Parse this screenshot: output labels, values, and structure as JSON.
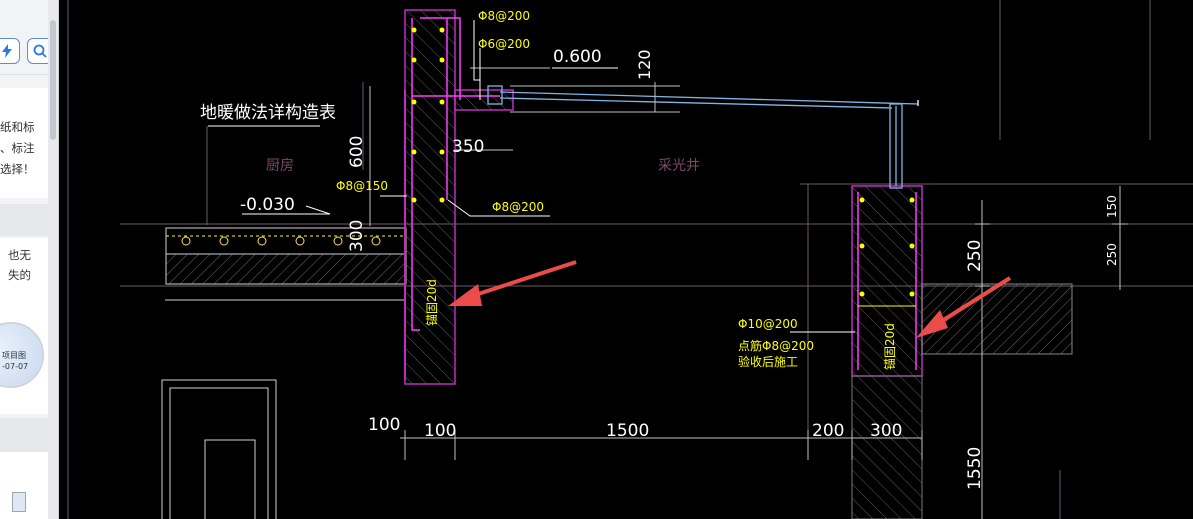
{
  "sidebar": {
    "tool_icons": [
      "bolt-icon",
      "search-icon"
    ],
    "text_lines": [
      "纸和标",
      "、标注",
      "选择！"
    ],
    "text_lines_2": [
      "也无",
      "失的"
    ],
    "thumbnail": {
      "line1": "项目图",
      "line2": "-07-07"
    }
  },
  "drawing": {
    "title_table": "地暖做法详构造表",
    "room_kitchen": "厨房",
    "room_lightwell": "采光井",
    "elev_top": "0.600",
    "elev_floor": "-0.030",
    "rebar_top1": "Φ8@200",
    "rebar_top2": "Φ6@200",
    "rebar_left_mid": "Φ8@150",
    "rebar_left_mid2": "Φ8@200",
    "rebar_right1": "Φ10@200",
    "rebar_right2": "点筋Φ8@200",
    "rebar_right3": "验收后施工",
    "anchor_left": "锚固20d",
    "anchor_right": "锚固20d",
    "dim_120": "120",
    "dim_350": "350",
    "dim_600": "600",
    "dim_300v": "300",
    "dim_250": "250",
    "dim_150": "150",
    "dim_250b": "250",
    "dim_1550": "1550",
    "dim_100a": "100",
    "dim_100b": "100",
    "dim_1500": "1500",
    "dim_200": "200",
    "dim_300": "300"
  },
  "colors": {
    "background": "#000000",
    "wall_magenta": "#c02cc0",
    "text_white": "#ffffff",
    "text_yellow": "#ffff00",
    "dim_line": "#9aa0a6",
    "arrow_red": "#ea4b4b",
    "glass_blue": "#7fb6e8",
    "room_label": "#7a4a6a"
  }
}
